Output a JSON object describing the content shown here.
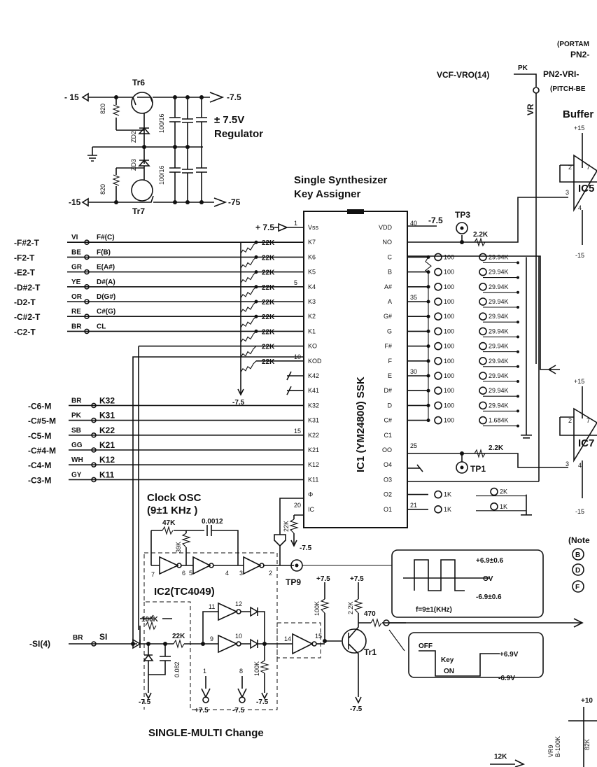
{
  "regulator": {
    "title_value": "± 7.5V",
    "title_word": "Regulator",
    "tr_top": "Tr6",
    "tr_bottom": "Tr7",
    "in_top": "- 15",
    "in_bottom": "-15",
    "out_top": "-7.5",
    "out_bottom": "-75",
    "r1": "820",
    "r2": "820",
    "zd_top": "ZD2",
    "zd_bottom": "ZD3",
    "cap_top": "100/16",
    "cap_bottom": "100/16"
  },
  "ic1": {
    "title_line1": "Single  Synthesizer",
    "title_line2": "Key  Assigner",
    "name": "IC1  (YM24800)  SSK",
    "left_pins": [
      "Vss",
      "K7",
      "K6",
      "K5",
      "K4",
      "K3",
      "K2",
      "K1",
      "KO",
      "KOD",
      "K42",
      "K41",
      "K32",
      "K31",
      "K22",
      "K21",
      "K12",
      "K11",
      "Φ",
      "IC"
    ],
    "right_pins": [
      "VDD",
      "NO",
      "C",
      "B",
      "A#",
      "A",
      "G#",
      "G",
      "F#",
      "F",
      "E",
      "D#",
      "D",
      "C#",
      "C1",
      "OO",
      "O4",
      "O3",
      "O2",
      "O1"
    ],
    "left_pin_numbers": [
      "1",
      "5",
      "10",
      "15",
      "20"
    ],
    "right_pin_numbers": [
      "40",
      "35",
      "30",
      "25",
      "21"
    ],
    "vss_supply": "+ 7.5",
    "vdd_supply": "-7.5"
  },
  "key_inputs": [
    {
      "net": "-F#2-T",
      "code": "VI",
      "note": "F#(C)"
    },
    {
      "net": "-F2-T",
      "code": "BE",
      "note": "F(B)"
    },
    {
      "net": "-E2-T",
      "code": "GR",
      "note": "E(A#)"
    },
    {
      "net": "-D#2-T",
      "code": "YE",
      "note": "D#(A)"
    },
    {
      "net": "-D2-T",
      "code": "OR",
      "note": "D(G#)"
    },
    {
      "net": "-C#2-T",
      "code": "RE",
      "note": "C#(G)"
    },
    {
      "net": "-C2-T",
      "code": "BR",
      "note": "CL"
    }
  ],
  "pullups": {
    "value": "22K",
    "rail": "-7.5"
  },
  "mux_inputs": [
    {
      "net": "-C6-M",
      "code": "BR",
      "label": "K32"
    },
    {
      "net": "-C#5-M",
      "code": "PK",
      "label": "K31"
    },
    {
      "net": "-C5-M",
      "code": "SB",
      "label": "K22"
    },
    {
      "net": "-C#4-M",
      "code": "GG",
      "label": "K21"
    },
    {
      "net": "-C4-M",
      "code": "WH",
      "label": "K12"
    },
    {
      "net": "-C3-M",
      "code": "GY",
      "label": "K11"
    }
  ],
  "dividers": [
    {
      "r1": "100",
      "r2": "29.94K"
    },
    {
      "r1": "100",
      "r2": "29.94K"
    },
    {
      "r1": "100",
      "r2": "29.94K"
    },
    {
      "r1": "100",
      "r2": "29.94K"
    },
    {
      "r1": "100",
      "r2": "29.94K"
    },
    {
      "r1": "100",
      "r2": "29.94K"
    },
    {
      "r1": "100",
      "r2": "29.94K"
    },
    {
      "r1": "100",
      "r2": "29.94K"
    },
    {
      "r1": "100",
      "r2": "29.94K"
    },
    {
      "r1": "100",
      "r2": "29.94K"
    },
    {
      "r1": "100",
      "r2": "29.94K"
    },
    {
      "r1": "100",
      "r2": "1.684K"
    }
  ],
  "octave_resistors": [
    {
      "r1": "1K",
      "r2": "2K"
    },
    {
      "r1": "1K",
      "r2": "1K"
    }
  ],
  "testpoints": {
    "tp3": "TP3",
    "tp1": "TP1",
    "tp9": "TP9",
    "no_res": "2.2K",
    "oo_res": "2.2K"
  },
  "top_right": {
    "portamento": "(PORTAM",
    "pn2": "PN2-",
    "vcf": "VCF-VRO(14)",
    "pk": "PK",
    "pn2vr1": "PN2-VRI-",
    "pitch": "(PITCH-BE",
    "vr": "VR",
    "buffer": "Buffer"
  },
  "opamps": {
    "ic5": "IC5",
    "ic7": "IC7",
    "plus": "+15",
    "minus": "-15",
    "pins": [
      "2",
      "7",
      "3",
      "4"
    ]
  },
  "clock": {
    "title": "Clock OSC",
    "freq": "(9±1 KHz )",
    "ic2": "IC2(TC4049)",
    "r47k": "47K",
    "r39k": "39K",
    "cap": "0.0012",
    "r22k": "22K",
    "rail": "-7.5",
    "pins": [
      "7",
      "6",
      "5",
      "4",
      "3",
      "2"
    ]
  },
  "waveform": {
    "high": "+6.9±0.6",
    "mid": "OV",
    "low": "-6.9±0.6",
    "freq": "f=9±1(KHz)"
  },
  "gate": {
    "label": "Key",
    "off": "OFF",
    "on": "ON",
    "high": "+6.9V",
    "low": "-6.9V",
    "r470": "470",
    "r22k": "2.2K",
    "r100k": "100K",
    "tr1": "Tr1",
    "plus": "+7.5",
    "minus": "-7.5"
  },
  "single_input": {
    "net": "-SI(4)",
    "code": "BR",
    "label": "SI",
    "r100k": "100K",
    "r22k": "22K",
    "cap": "0.082",
    "r100k_b": "100K",
    "pins": [
      "11",
      "12",
      "9",
      "10",
      "14",
      "15",
      "1",
      "8"
    ],
    "rails": [
      "+7.5",
      "-7.5",
      "-7.5",
      "-7.5"
    ],
    "caption": "SINGLE-MULTI Change"
  },
  "notes": {
    "title": "(Note",
    "symbols": [
      "B",
      "D",
      "F"
    ]
  },
  "bottom": {
    "supply": "+10",
    "vr9": "VR9",
    "vr9_val": "B-100K",
    "r82k": "82K",
    "r12k": "12K"
  }
}
